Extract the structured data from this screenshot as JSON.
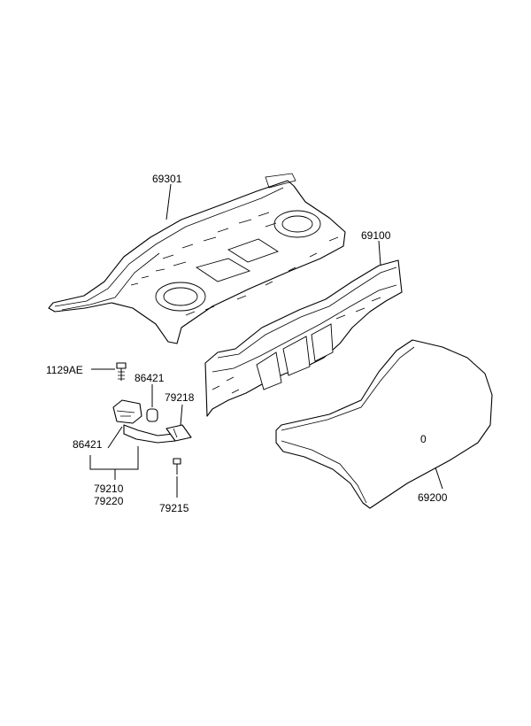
{
  "labels": {
    "rear_package_tray": "69301",
    "back_panel": "69100",
    "trunk_lid": "69200",
    "bolt": "1129AE",
    "bumper_upper": "86421",
    "bumper_left": "86421",
    "bracket": "79218",
    "hinge_a": "79210",
    "hinge_b": "79220",
    "hinge_bolt": "79215",
    "lid_mark": "0"
  }
}
